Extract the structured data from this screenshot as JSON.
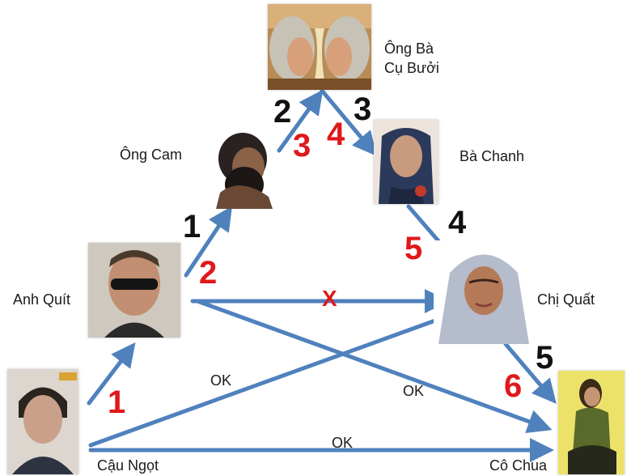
{
  "people": {
    "ong_ba": "Ông Bà\nCụ Bưởi",
    "ong_cam": "Ông Cam",
    "ba_chanh": "Bà Chanh",
    "anh_quit": "Anh Quít",
    "chi_quat": "Chị Quất",
    "cau_ngot": "Cậu Ngọt",
    "co_chua": "Cô Chua"
  },
  "numbers": {
    "n1_black": "1",
    "n2_red": "2",
    "n2_black": "2",
    "n3_red": "3",
    "n3_black": "3",
    "n4_red": "4",
    "n4_black": "4",
    "n5_red": "5",
    "n5_black": "5",
    "n6_red": "6",
    "n1_red": "1"
  },
  "labels": {
    "ok_left": "OK",
    "ok_right": "OK",
    "ok_bottom": "OK",
    "forbidden": "X"
  },
  "colors": {
    "arrow": "#4f81bd",
    "red_number": "#e0181b",
    "black_number": "#111111"
  }
}
